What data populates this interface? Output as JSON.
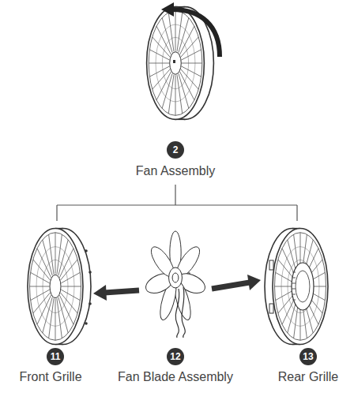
{
  "diagram": {
    "labels": [
      "2",
      "Fan Assembly",
      "11",
      "Front Grille",
      "12",
      "Fan Blade Assembly",
      "13",
      "Rear Grille"
    ]
  }
}
